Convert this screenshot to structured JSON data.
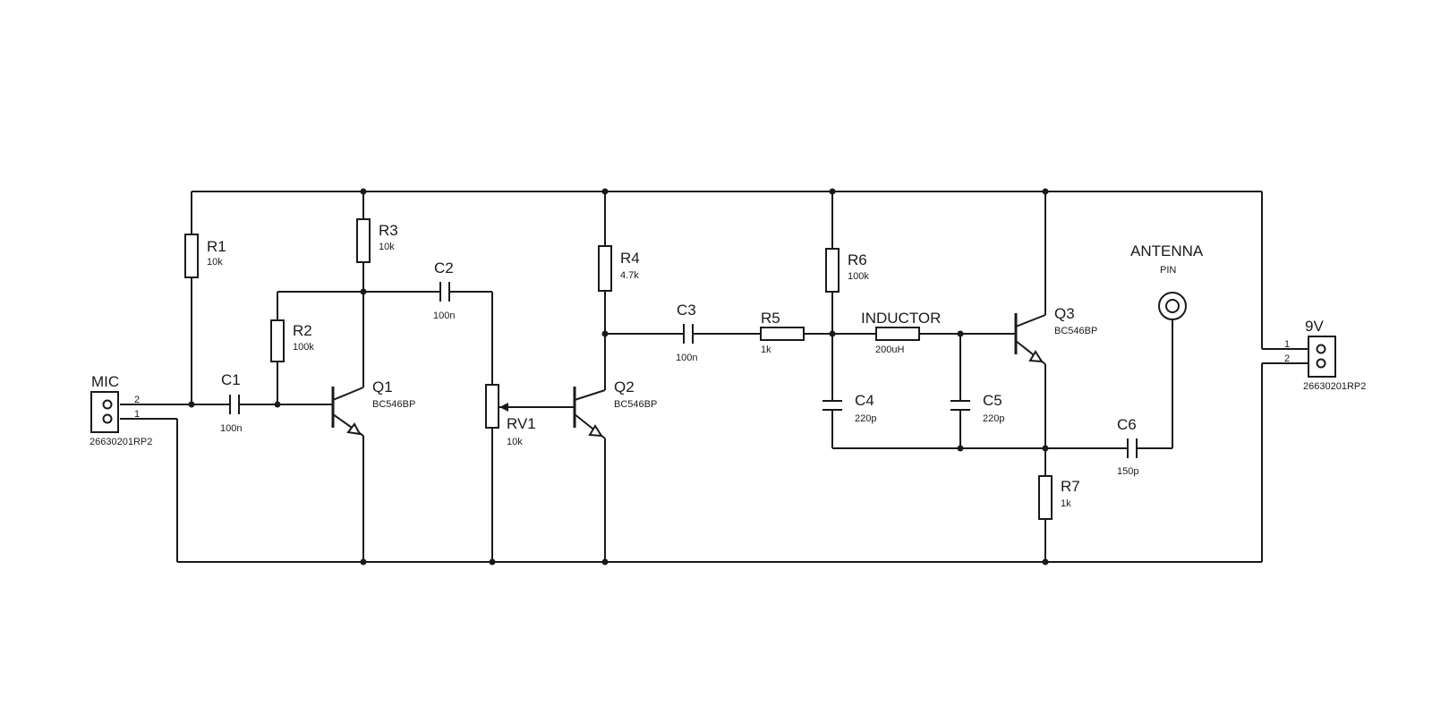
{
  "components": {
    "mic": {
      "ref": "MIC",
      "value": "26630201RP2",
      "pin2": "2",
      "pin1": "1"
    },
    "r1": {
      "ref": "R1",
      "value": "10k"
    },
    "r2": {
      "ref": "R2",
      "value": "100k"
    },
    "r3": {
      "ref": "R3",
      "value": "10k"
    },
    "r4": {
      "ref": "R4",
      "value": "4.7k"
    },
    "r5": {
      "ref": "R5",
      "value": "1k"
    },
    "r6": {
      "ref": "R6",
      "value": "100k"
    },
    "r7": {
      "ref": "R7",
      "value": "1k"
    },
    "c1": {
      "ref": "C1",
      "value": "100n"
    },
    "c2": {
      "ref": "C2",
      "value": "100n"
    },
    "c3": {
      "ref": "C3",
      "value": "100n"
    },
    "c4": {
      "ref": "C4",
      "value": "220p"
    },
    "c5": {
      "ref": "C5",
      "value": "220p"
    },
    "c6": {
      "ref": "C6",
      "value": "150p"
    },
    "rv1": {
      "ref": "RV1",
      "value": "10k"
    },
    "q1": {
      "ref": "Q1",
      "value": "BC546BP"
    },
    "q2": {
      "ref": "Q2",
      "value": "BC546BP"
    },
    "q3": {
      "ref": "Q3",
      "value": "BC546BP"
    },
    "inductor": {
      "ref": "INDUCTOR",
      "value": "200uH"
    },
    "antenna": {
      "ref": "ANTENNA",
      "value": "PIN"
    },
    "battery": {
      "ref": "9V",
      "value": "26630201RP2",
      "pin1": "1",
      "pin2": "2"
    }
  },
  "colors": {
    "ink": "#1a1a1a",
    "background": "#ffffff"
  }
}
